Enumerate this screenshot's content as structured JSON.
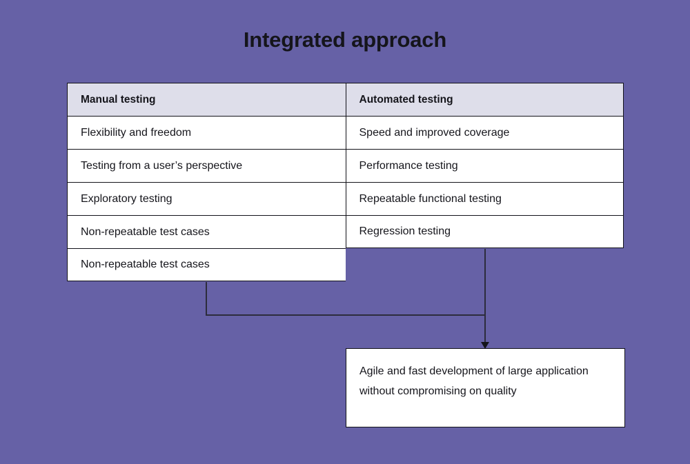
{
  "page": {
    "title": "Integrated approach",
    "background_color": "#6661a6",
    "text_color": "#15151b",
    "border_color": "#111118",
    "header_fill": "#dedeea",
    "cell_fill": "#ffffff",
    "connector_color": "#2c2c3c"
  },
  "table": {
    "headers": {
      "manual": "Manual testing",
      "automated": "Automated testing"
    },
    "rows": [
      {
        "manual": "Flexibility and freedom",
        "automated": "Speed and improved coverage"
      },
      {
        "manual": "Testing from a user’s perspective",
        "automated": "Performance testing"
      },
      {
        "manual": "Exploratory testing",
        "automated": "Repeatable functional testing"
      },
      {
        "manual": "Non-repeatable test cases",
        "automated": "Regression testing"
      },
      {
        "manual": "Non-repeatable test cases",
        "automated": ""
      }
    ]
  },
  "outcome": {
    "text": "Agile and fast development of large application without compromising on quality"
  },
  "connectors": {
    "left_branch_label": "manual-testing-branch",
    "right_branch_label": "automated-testing-branch",
    "arrow_label": "arrow-to-outcome"
  }
}
